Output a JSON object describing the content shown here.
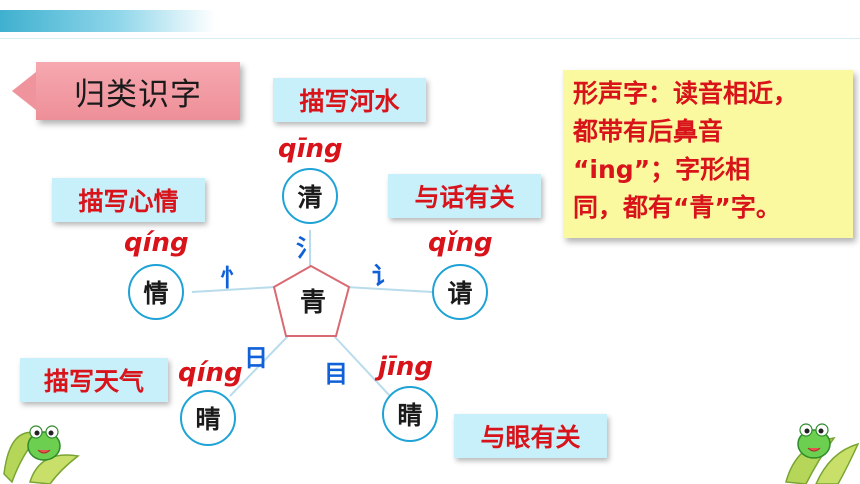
{
  "header": {
    "section_title": "归类识字"
  },
  "center": {
    "char": "青"
  },
  "nodes": [
    {
      "id": "qing-water",
      "char": "清",
      "pinyin": "qīng",
      "radical": "氵",
      "meaning": "描写河水"
    },
    {
      "id": "qing-speak",
      "char": "请",
      "pinyin": "qǐng",
      "radical": "讠",
      "meaning": "与话有关"
    },
    {
      "id": "qing-heart",
      "char": "情",
      "pinyin": "qíng",
      "radical": "忄",
      "meaning": "描写心情"
    },
    {
      "id": "qing-sun",
      "char": "晴",
      "pinyin": "qíng",
      "radical": "日",
      "meaning": "描写天气"
    },
    {
      "id": "jing-eye",
      "char": "睛",
      "pinyin": "jīng",
      "radical": "目",
      "meaning": "与眼有关"
    }
  ],
  "note": {
    "lines": [
      "形声字：读音相近，",
      "都带有后鼻音",
      "“ing”；字形相",
      "同，都有“青”字。"
    ]
  },
  "colors": {
    "pinyin": "#d8131a",
    "radical": "#1060d8",
    "label_bg": "#c8f0fa",
    "note_bg": "#fbf9a0",
    "title_bg": "#ef949d",
    "circle_border": "#1fa3d6",
    "pentagon_border": "#d96a72"
  },
  "decorations": {
    "left_icon": "frog-on-leaf-icon",
    "right_icon": "frog-on-leaf-icon"
  }
}
